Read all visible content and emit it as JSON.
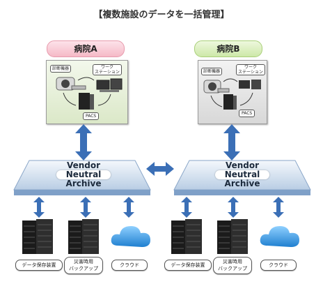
{
  "title": "【複数施設のデータを一括管理】",
  "hospitals": [
    {
      "label": "病院A",
      "device_label": "診断機器",
      "workstation_label": "ワーク\nステーション",
      "pacs_label": "PACS"
    },
    {
      "label": "病院B",
      "device_label": "診断機器",
      "workstation_label": "ワーク\nステーション",
      "pacs_label": "PACS"
    }
  ],
  "vna": {
    "line1": "Vendor",
    "line2": "Neutral",
    "line3": "Archive"
  },
  "storage": [
    {
      "label": "データ保存装置"
    },
    {
      "label": "災害時用\nバックアップ"
    },
    {
      "label": "クラウド"
    }
  ],
  "colors": {
    "arrow": "#3b6fb6",
    "platform_top": "#dde8f3",
    "platform_side": "#7fa0c8",
    "hospital_a": "#f5b9c7",
    "hospital_b": "#cde8a8"
  }
}
